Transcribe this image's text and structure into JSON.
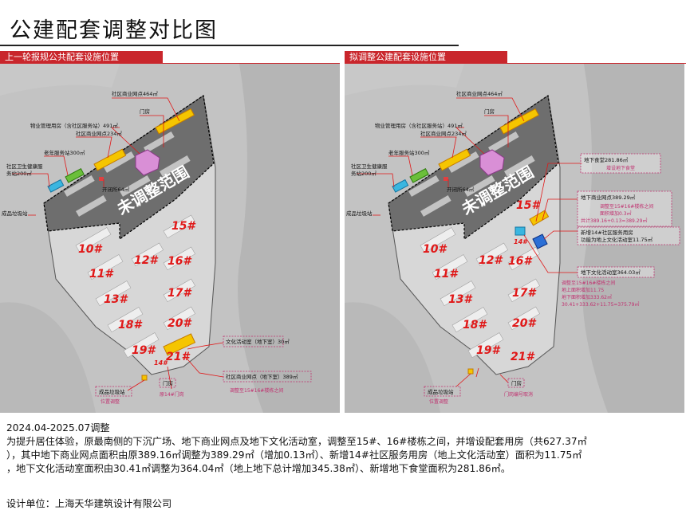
{
  "title": "公建配套调整对比图",
  "left_panel": {
    "header": "上一轮报规公共配套设施位置",
    "big_label": "未调整范围",
    "labels": {
      "shop464": "社区商业网点464㎡",
      "guardroom": "门房",
      "property": "物业管理用房（含社区服务站）491㎡",
      "shop234": "社区商业网点234㎡",
      "elder": "老年服务站300㎡",
      "health_1": "社区卫生健康服",
      "health_2": "务站200㎡",
      "switch": "开闭所64㎡",
      "garbage": "成品垃圾站",
      "culture": "文化活动室（地下室）30㎡",
      "shop389": "社区商业网点（地下室）389㎡",
      "gate_bottom": "门房",
      "garbage_bottom": "成品垃圾站",
      "note_location": "位置调整",
      "note_gate14": "原14#门岗",
      "note_move": "调整至15#16#楼栋之间"
    },
    "buildings": [
      "10#",
      "11#",
      "12#",
      "13#",
      "15#",
      "16#",
      "17#",
      "18#",
      "19#",
      "20#",
      "21#",
      "14#"
    ]
  },
  "right_panel": {
    "header": "拟调整公建配套设施位置",
    "big_label": "未调整范围",
    "labels": {
      "shop464": "社区商业网点464㎡",
      "guardroom": "门房",
      "property": "物业管理用房（含社区服务站）491㎡",
      "shop234": "社区商业网点234㎡",
      "elder": "老年服务站300㎡",
      "health_1": "社区卫生健康服",
      "health_2": "务站200㎡",
      "switch": "开闭所64㎡",
      "garbage": "成品垃圾站",
      "canteen": "地下食堂281.86㎡",
      "canteen_note": "增设地下食堂",
      "shop38929": "地下商业网点389.29㎡",
      "shop_note_1": "调整至15#16#楼栋之间",
      "shop_note_2": "面积增加0.3㎡",
      "shop_note_3": "共计389.16+0.13=389.29㎡",
      "new14_1": "新增14#社区服务用房",
      "new14_2": "功能为地上文化活动室11.75㎡",
      "culture364": "地下文化活动室364.03㎡",
      "culture_note_1": "调整至15#16#楼栋之间",
      "culture_note_2": "地上面积增加11.75",
      "culture_note_3": "地下面积增加333.62㎡",
      "culture_note_4": "30.41+333.62+11.75=375.79㎡",
      "garbage_bottom": "成品垃圾站",
      "note_location": "位置调整",
      "gate_bottom": "门房",
      "note_gate": "门岗编号取消"
    },
    "buildings": [
      "10#",
      "11#",
      "12#",
      "13#",
      "15#",
      "16#",
      "17#",
      "18#",
      "19#",
      "20#",
      "21#",
      "14#"
    ]
  },
  "caption": {
    "line1": "2024.04-2025.07调整",
    "line2": "为提升居住体验，原最南侧的下沉广场、地下商业网点及地下文化活动室，调整至15#、16#楼栋之间，并增设配套用房（共627.37㎡",
    "line3": "），其中地下商业网点面积由原389.16㎡调整为389.29㎡（增加0.13㎡）、新增14#社区服务用房（地上文化活动室）面积为11.75㎡",
    "line4": "，地下文化活动室面积由30.41㎡调整为364.04㎡（地上地下总计增加345.38㎡）、新增地下食堂面积为281.86㎡。"
  },
  "designer": "设计单位：上海天华建筑设计有限公司",
  "colors": {
    "accent_red": "#c9262c",
    "building_label": "#e01818",
    "callout_pink": "#c0306f",
    "shop_yellow": "#f5c500",
    "green": "#6bbf3a",
    "cyan": "#3ab6e0",
    "purple": "#d98fd6",
    "blue": "#2b6fd6"
  }
}
